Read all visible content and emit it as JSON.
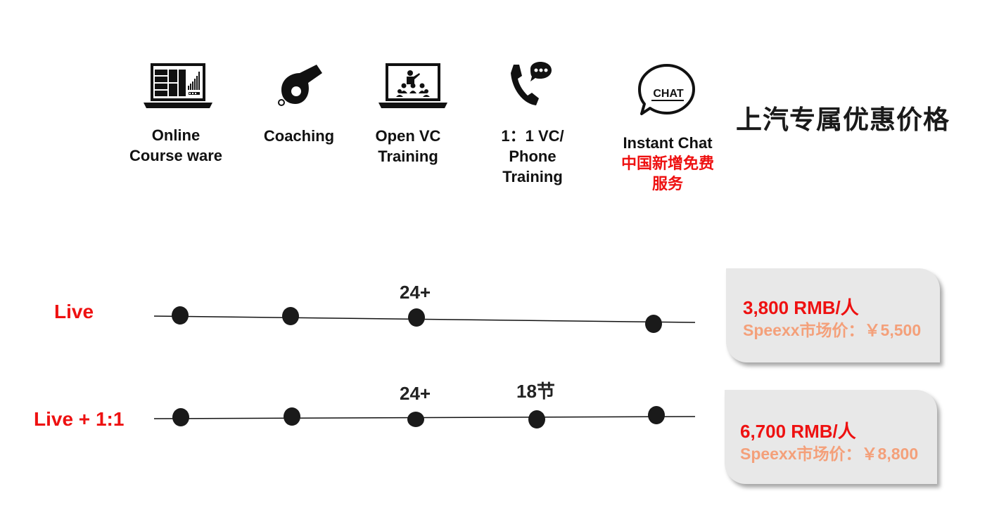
{
  "features": [
    {
      "icon": "laptop-dashboard-icon",
      "lines": [
        "Online",
        "Course ware"
      ],
      "red_lines": []
    },
    {
      "icon": "whistle-icon",
      "lines": [
        "Coaching"
      ],
      "red_lines": []
    },
    {
      "icon": "laptop-classroom-icon",
      "lines": [
        "Open VC",
        "Training"
      ],
      "red_lines": []
    },
    {
      "icon": "phone-chat-icon",
      "lines": [
        "1：1 VC/",
        "Phone",
        "Training"
      ],
      "red_lines": []
    },
    {
      "icon": "chat-bubble-icon",
      "chat_text": "CHAT",
      "lines": [
        "Instant Chat"
      ],
      "red_lines": [
        "中国新增免费",
        "服务"
      ]
    }
  ],
  "title": "上汽专属优惠价格",
  "rows": [
    {
      "label": "Live",
      "counts": [
        "24+"
      ],
      "price": "3,800 RMB/人",
      "market_price": "Speexx市场价：￥5,500"
    },
    {
      "label": "Live + 1:1",
      "counts": [
        "24+",
        "18节"
      ],
      "price": "6,700 RMB/人",
      "market_price": "Speexx市场价：￥8,800"
    }
  ],
  "colors": {
    "accent_red": "#ee1111",
    "market_orange": "#f4a07a",
    "card_gray": "#e8e8e8",
    "text_dark": "#111111"
  }
}
